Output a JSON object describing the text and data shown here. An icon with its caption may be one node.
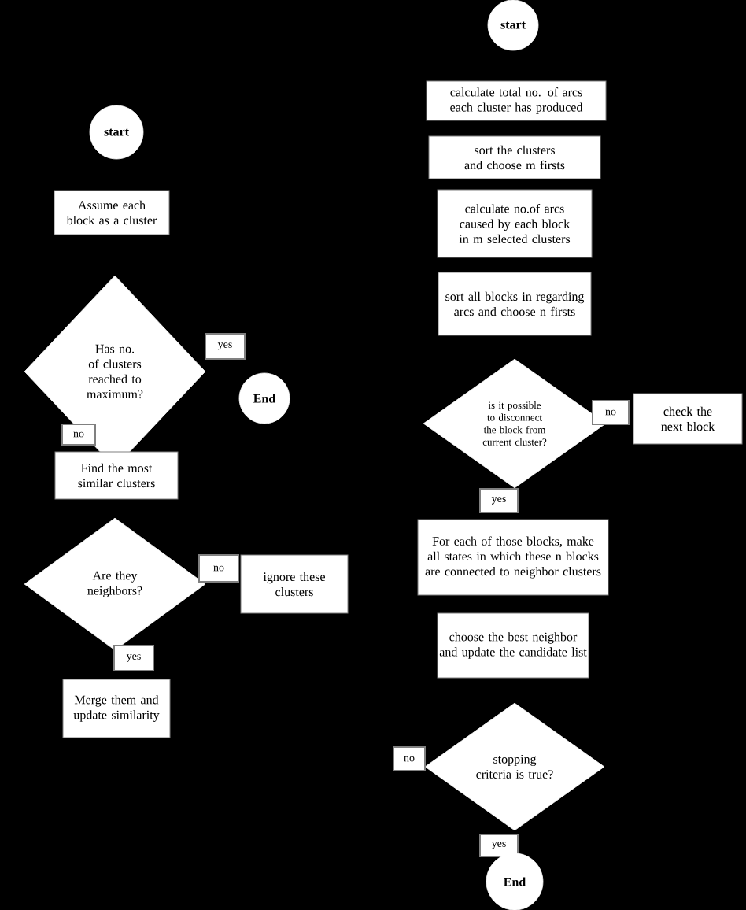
{
  "diagram": {
    "nodes": [
      {
        "text": [
          "start"
        ]
      },
      {
        "text": [
          "Assume each block as a cluster"
        ]
      },
      {
        "text": [
          "Has no. of clusters reached to maximum?"
        ]
      },
      {
        "text": [
          "yes"
        ]
      },
      {
        "text": [
          "End"
        ]
      },
      {
        "text": [
          "no"
        ]
      },
      {
        "text": [
          "Find the most similar clusters"
        ]
      },
      {
        "text": [
          "Are they neighbors?"
        ]
      },
      {
        "text": [
          "no"
        ]
      },
      {
        "text": [
          "ignore these clusters"
        ]
      },
      {
        "text": [
          "yes"
        ]
      },
      {
        "text": [
          "Merge them and update similarity"
        ]
      },
      {
        "text": [
          "start"
        ]
      },
      {
        "text": [
          "calculate total no. of arcs each cluster has produced"
        ]
      },
      {
        "text": [
          "sort the clusters and choose m firsts"
        ]
      },
      {
        "text": [
          "calculate no.of arcs caused by each block in m selected clusters"
        ]
      },
      {
        "text": [
          "sort all blocks in regarding arcs and choose n firsts"
        ]
      },
      {
        "text": [
          "is it possible to disconnect the block from current cluster?"
        ]
      },
      {
        "text": [
          "no"
        ]
      },
      {
        "text": [
          "check the next block"
        ]
      },
      {
        "text": [
          "yes"
        ]
      },
      {
        "text": [
          "For each of those blocks, make all states in which these n blocks are connected to neighbor clusters"
        ]
      },
      {
        "text": [
          "choose the best neighbor and update the candidate list"
        ]
      },
      {
        "text": [
          "stopping criteria is true?"
        ]
      },
      {
        "text": [
          "no"
        ]
      },
      {
        "text": [
          "yes"
        ]
      },
      {
        "text": [
          "End"
        ]
      }
    ]
  }
}
